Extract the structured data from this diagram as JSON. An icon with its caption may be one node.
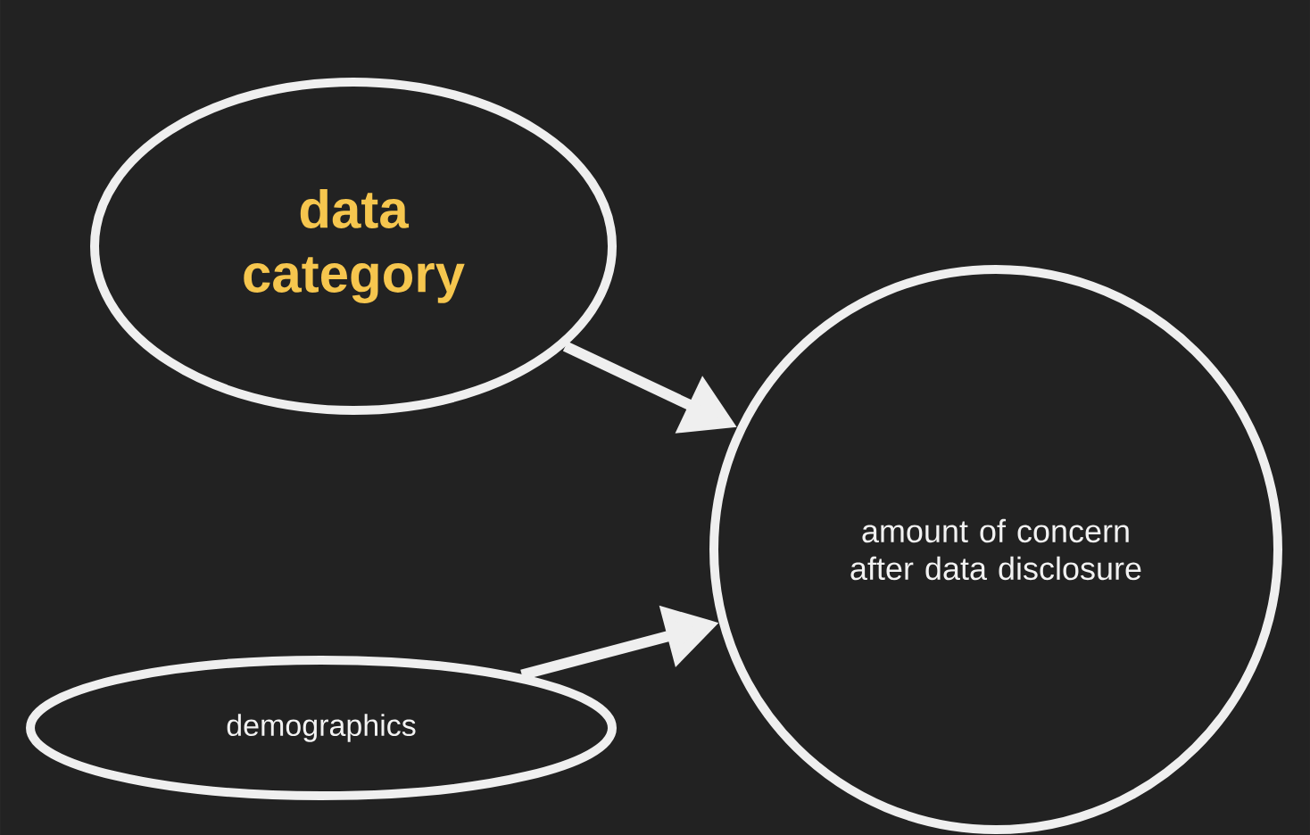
{
  "diagram": {
    "nodes": [
      {
        "text": [
          "data category"
        ]
      },
      {
        "text": [
          "demographics"
        ]
      },
      {
        "text": [
          "amount of concern after data disclosure"
        ]
      }
    ],
    "edges": [
      {
        "from": 0,
        "to": 2,
        "arrow": "to"
      },
      {
        "from": 1,
        "to": 2,
        "arrow": "to"
      }
    ]
  }
}
